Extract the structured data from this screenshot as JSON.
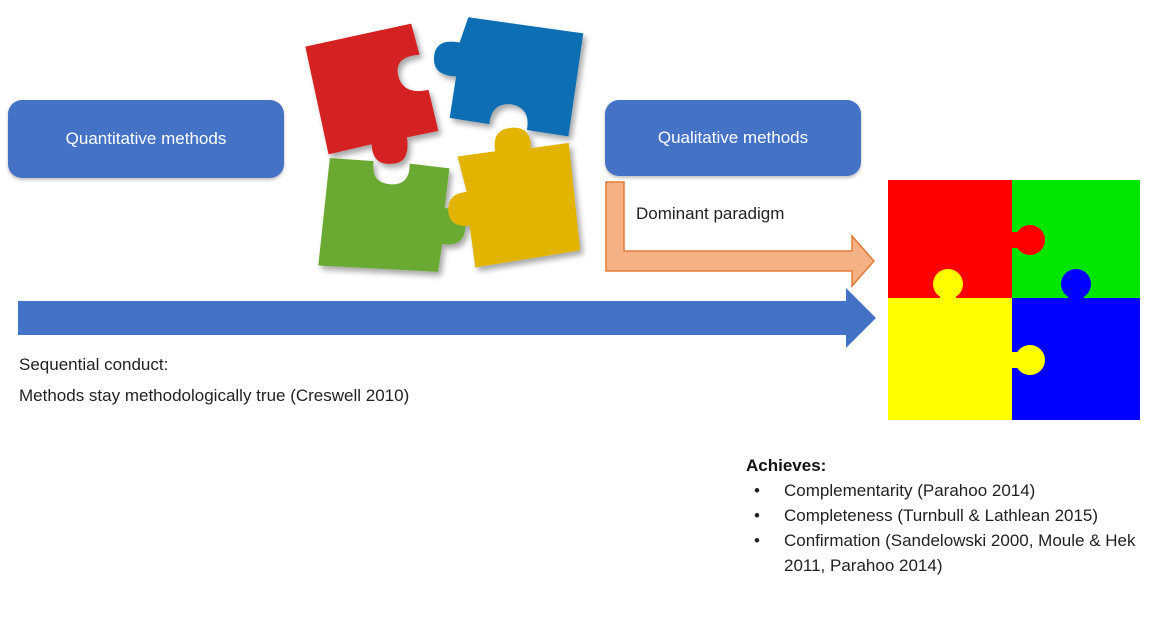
{
  "boxes": {
    "quantitative": "Quantitative methods",
    "qualitative": "Qualitative methods"
  },
  "dominant_label": "Dominant paradigm",
  "sequential": {
    "line1": "Sequential conduct:",
    "line2": "Methods stay methodologically true (Creswell 2010)"
  },
  "achieves": {
    "title": "Achieves:",
    "items": [
      "Complementarity (Parahoo 2014)",
      "Completeness (Turnbull & Lathlean 2015)",
      "Confirmation (Sandelowski 2000, Moule & Hek 2011, Parahoo 2014)"
    ]
  },
  "colors": {
    "box_blue": "#4472c4",
    "arrow_blue": "#4472c4",
    "arrow_orange": "#f4b183",
    "puzzle_red": "#d42020",
    "puzzle_blue": "#0a6eb4",
    "puzzle_green": "#6aaa30",
    "puzzle_yellow": "#e2b400",
    "square_red": "#ff0000",
    "square_green": "#00e600",
    "square_yellow": "#ffff00",
    "square_blue": "#0000ff"
  }
}
